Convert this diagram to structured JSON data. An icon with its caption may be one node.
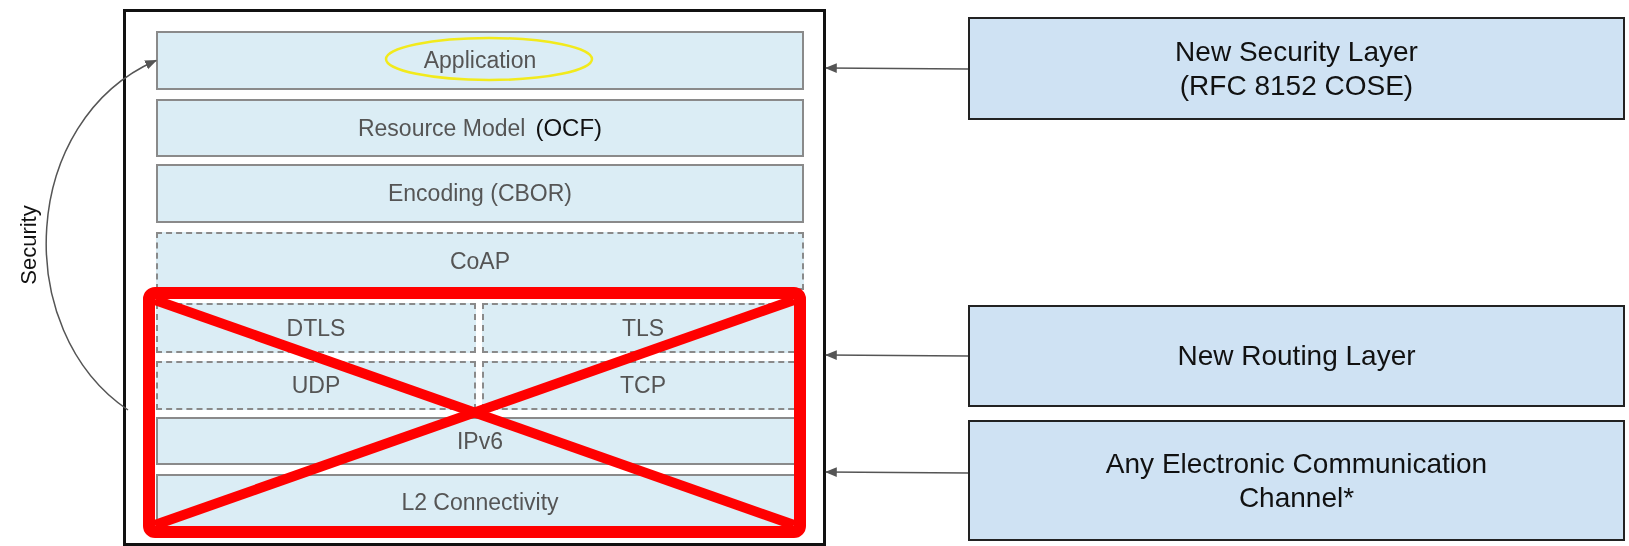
{
  "diagram": {
    "nodes": [
      {
        "text": [],
        "shape": "box"
      },
      {
        "text": [
          "Application"
        ],
        "in": 0
      },
      {
        "text": [
          "Resource Model",
          "(OCF)"
        ],
        "in": 0
      },
      {
        "text": [
          "Encoding (CBOR)"
        ],
        "in": 0
      },
      {
        "text": [
          "CoAP"
        ],
        "in": 0
      },
      {
        "text": [
          "DTLS"
        ],
        "in": 0
      },
      {
        "text": [
          "TLS"
        ],
        "in": 0
      },
      {
        "text": [
          "UDP"
        ],
        "in": 0
      },
      {
        "text": [
          "TCP"
        ],
        "in": 0
      },
      {
        "text": [
          "IPv6"
        ],
        "in": 0
      },
      {
        "text": [
          "L2 Connectivity"
        ],
        "in": 0
      },
      {
        "text": [
          "New Security Layer (RFC 8152 COSE)"
        ]
      },
      {
        "text": [
          "New Routing Layer"
        ]
      },
      {
        "text": [
          "Any Electronic Communication Channel*"
        ]
      }
    ],
    "edges": [
      {
        "from": 11,
        "to": 0,
        "arrow": "to"
      },
      {
        "from": 12,
        "to": 0,
        "arrow": "to"
      },
      {
        "from": 13,
        "to": 0,
        "arrow": "to"
      },
      {
        "from": null,
        "to": 1,
        "arrow": "to",
        "label": "Security"
      }
    ]
  }
}
